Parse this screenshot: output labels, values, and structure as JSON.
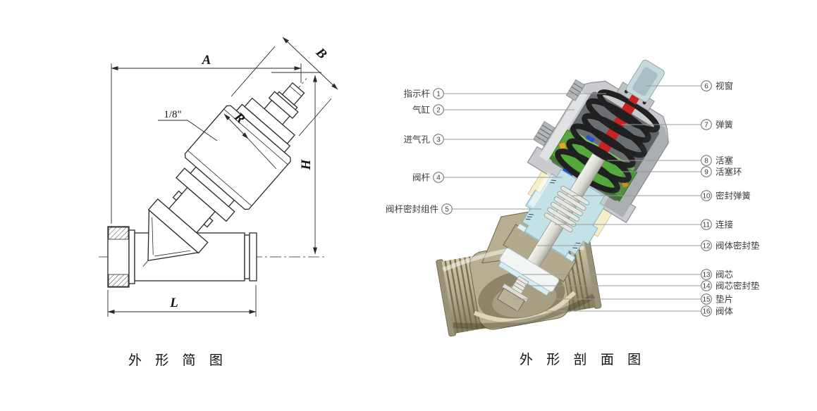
{
  "figure": {
    "left": {
      "caption": "外 形 简 图",
      "dims": {
        "A": "A",
        "B": "B",
        "H": "H",
        "L": "L",
        "R": "R",
        "thread": "1/8\""
      }
    },
    "right": {
      "caption": "外 形 剖 面 图",
      "callouts_left": [
        {
          "no": "1",
          "label": "指示杆"
        },
        {
          "no": "2",
          "label": "气缸"
        },
        {
          "no": "3",
          "label": "进气孔"
        },
        {
          "no": "4",
          "label": "阀杆"
        },
        {
          "no": "5",
          "label": "阀杆密封组件"
        }
      ],
      "callouts_right": [
        {
          "no": "6",
          "label": "视窗"
        },
        {
          "no": "7",
          "label": "弹簧"
        },
        {
          "no": "8",
          "label": "活塞"
        },
        {
          "no": "9",
          "label": "活塞环"
        },
        {
          "no": "10",
          "label": "密封弹簧"
        },
        {
          "no": "11",
          "label": "连接"
        },
        {
          "no": "12",
          "label": "阀体密封垫"
        },
        {
          "no": "13",
          "label": "阀芯"
        },
        {
          "no": "14",
          "label": "阀芯密封垫"
        },
        {
          "no": "15",
          "label": "垫片"
        },
        {
          "no": "16",
          "label": "阀体"
        }
      ],
      "palette": {
        "window_cyan": "#c6d9dd",
        "bonnet_cyan": "#c2e2e8",
        "spring_black": "#202020",
        "indicator_red": "#c92222",
        "piston_green": "#55a83c",
        "ring_yellow": "#e2a62c",
        "seal_blue": "#2b4fd2",
        "body_tan": "#b3aa8d",
        "cream": "#f4efc8",
        "housing_gray": "#c9cbce"
      }
    }
  }
}
